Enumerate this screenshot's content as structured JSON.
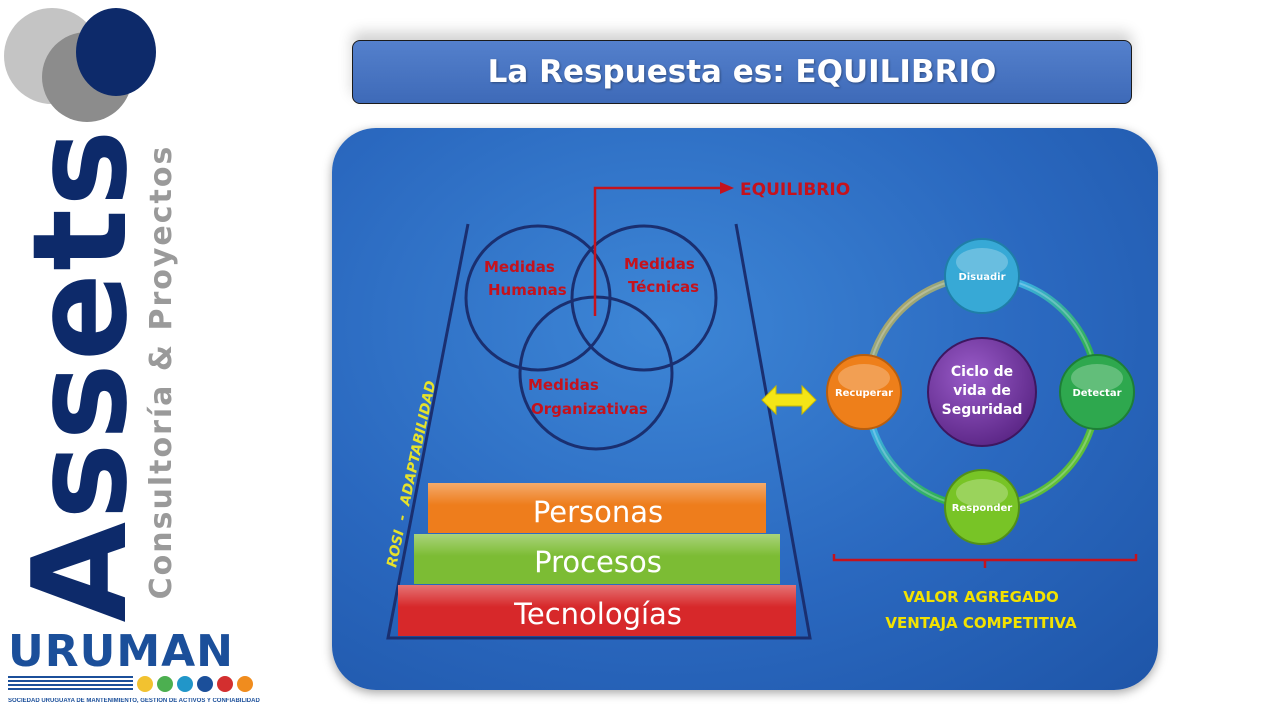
{
  "logo": {
    "brand": "Assets",
    "tagline": "Consultoría & Proyectos"
  },
  "uruman": {
    "name": "URUMAN",
    "subtitle": "SOCIEDAD URUGUAYA DE MANTENIMIENTO, GESTIÓN DE ACTIVOS Y CONFIABILIDAD",
    "icon_colors": [
      "#f2c230",
      "#4caf50",
      "#2196c9",
      "#1b4f9a",
      "#d32f2f",
      "#f08c1e"
    ]
  },
  "title": "La Respuesta es: EQUILIBRIO",
  "diagram": {
    "equilibrio_label": "EQUILIBRIO",
    "circles": [
      {
        "line1": "Medidas",
        "line2": "Humanas"
      },
      {
        "line1": "Medidas",
        "line2": "Técnicas"
      },
      {
        "line1": "Medidas",
        "line2": "Organizativas"
      }
    ],
    "side_label": "ROSI  -  ADAPTABILIDAD",
    "layers": [
      {
        "label": "Personas",
        "color": "#ee7d1c"
      },
      {
        "label": "Procesos",
        "color": "#7cbc34"
      },
      {
        "label": "Tecnologías",
        "color": "#d7282a"
      }
    ],
    "cycle": {
      "center_lines": [
        "Ciclo de",
        "vida de",
        "Seguridad"
      ],
      "nodes": [
        {
          "label": "Disuadir",
          "color": "#37a9d6"
        },
        {
          "label": "Detectar",
          "color": "#2ea84e"
        },
        {
          "label": "Responder",
          "color": "#78c426"
        },
        {
          "label": "Recuperar",
          "color": "#ee7f1a"
        }
      ]
    },
    "value_lines": [
      "VALOR AGREGADO",
      "VENTAJA COMPETITIVA"
    ],
    "colors": {
      "label_red": "#c5121d",
      "value_yellow": "#f3e200",
      "rosi_yellow": "#e6e22a",
      "arrow_yellow": "#f4e516"
    }
  }
}
